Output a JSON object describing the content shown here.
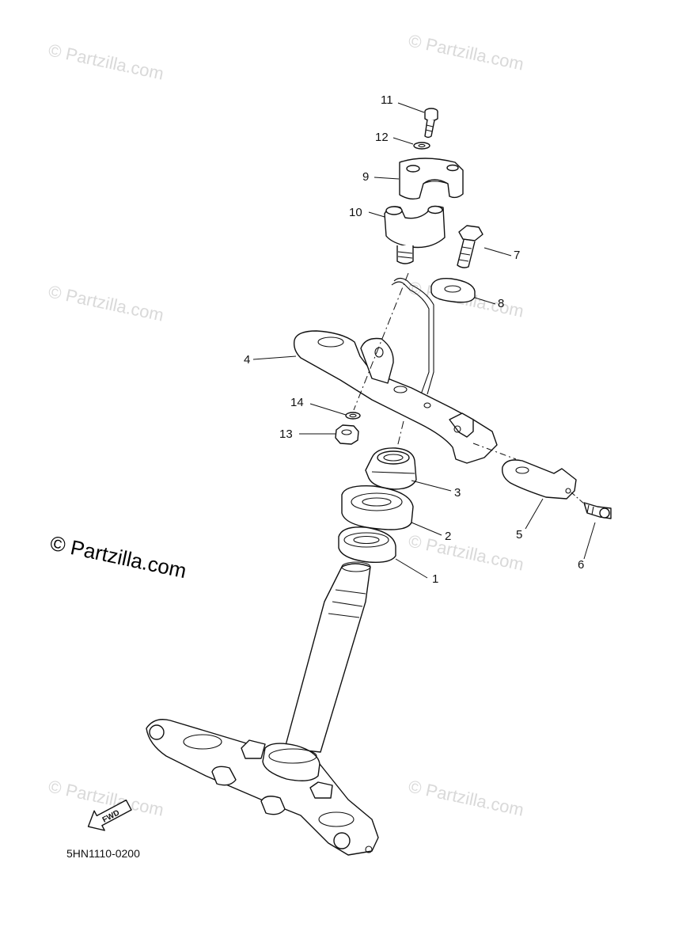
{
  "watermark": {
    "text": "© Partzilla.com",
    "main_text": "© Partzilla.com"
  },
  "diagram_code": "5HN1110-0200",
  "fwd_label": "FWD",
  "callouts": [
    "1",
    "2",
    "3",
    "4",
    "5",
    "6",
    "7",
    "8",
    "9",
    "10",
    "11",
    "12",
    "13",
    "14"
  ],
  "colors": {
    "line": "#111111",
    "watermark": "#d9d9d9",
    "background": "#ffffff"
  }
}
